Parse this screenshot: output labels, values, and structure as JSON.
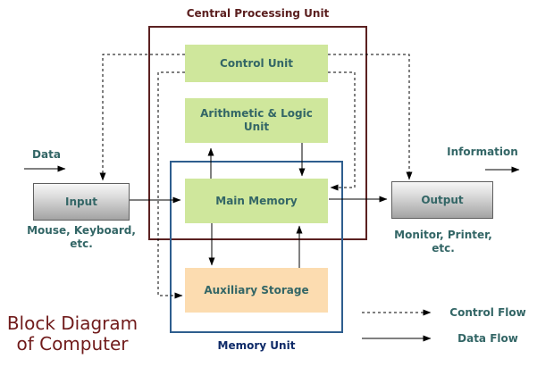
{
  "main_title": {
    "line1": "Block Diagram",
    "line2": "of Computer"
  },
  "cpu": {
    "title": "Central Processing Unit",
    "control_unit_label": "Control Unit",
    "alu_label_line1": "Arithmetic & Logic",
    "alu_label_line2": "Unit"
  },
  "memory": {
    "title": "Memory Unit",
    "main_memory_label": "Main Memory",
    "auxiliary_storage_label": "Auxiliary Storage"
  },
  "input": {
    "label": "Input",
    "caption_line1": "Mouse, Keyboard,",
    "caption_line2": "etc.",
    "flow_label": "Data"
  },
  "output": {
    "label": "Output",
    "caption": "Monitor, Printer, etc.",
    "flow_label": "Information"
  },
  "legend": {
    "control_flow_label": "Control Flow",
    "data_flow_label": "Data Flow"
  },
  "colors": {
    "unit_box_green": "#cfe79c",
    "aux_storage_peach": "#fcdcb0",
    "label_teal": "#336666",
    "cpu_maroon": "#5b2121",
    "memory_navy": "#0e2a68",
    "memory_border_blue": "#2e5e8e",
    "title_maroon": "#701b1b",
    "arrow_black": "#000000",
    "io_box_gray_top": "#f7f7f7",
    "io_box_gray_bottom": "#a3a3a3"
  }
}
